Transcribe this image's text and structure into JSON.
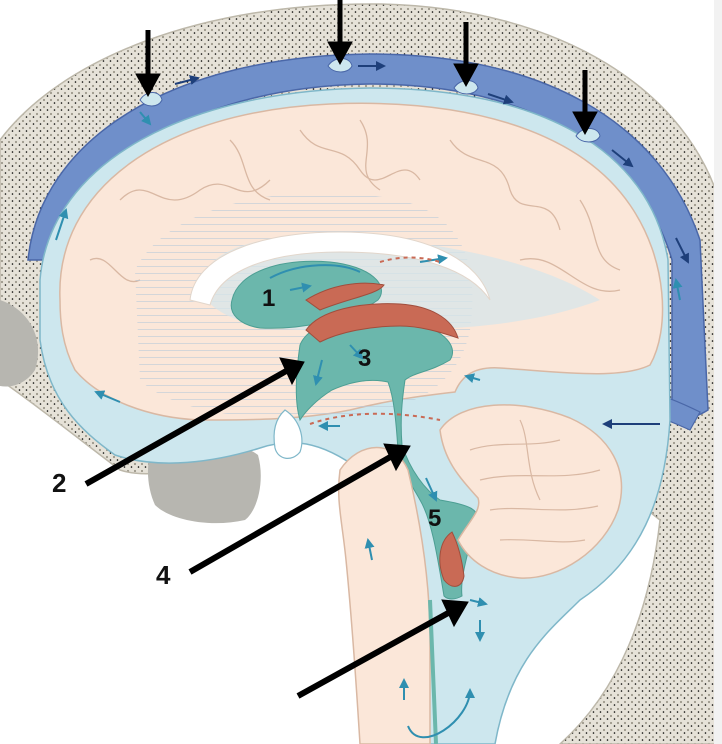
{
  "diagram": {
    "labels": {
      "l1": "1",
      "l2": "2",
      "l3": "3",
      "l4": "4",
      "l5": "5"
    },
    "colors": {
      "bone": "#e4e0d6",
      "bone_dark": "#c9c4b6",
      "bone_dot": "#8f8a7e",
      "sinus": "#6f8fca",
      "sinus_dark": "#4a67a8",
      "csf": "#cde7ee",
      "csf_line": "#7fb7c9",
      "brain": "#fbe7d9",
      "brain_line": "#d9b8a3",
      "ventricle": "#6bb7ac",
      "plexus": "#c96a55",
      "arrow": "#000000",
      "flow": "#2f8fb0"
    }
  }
}
